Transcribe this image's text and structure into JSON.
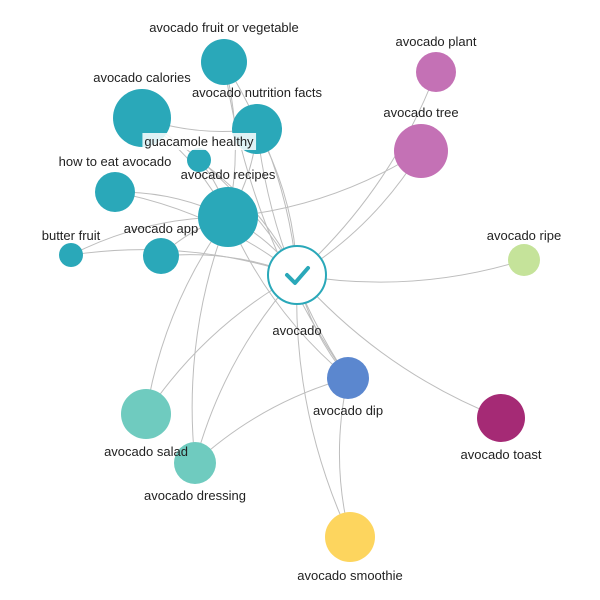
{
  "graph": {
    "center": {
      "id": "avocado",
      "label": "avocado",
      "color": "#2aa8b9",
      "icon": "checkmark-icon"
    },
    "nodes": [
      {
        "id": "avocado_fruit_or_vegetable",
        "label": "avocado fruit or vegetable",
        "color": "#2aa8b9",
        "size": 23
      },
      {
        "id": "avocado_calories",
        "label": "avocado calories",
        "color": "#2aa8b9",
        "size": 29
      },
      {
        "id": "avocado_nutrition_facts",
        "label": "avocado nutrition facts",
        "color": "#2aa8b9",
        "size": 25
      },
      {
        "id": "guacamole_healthy",
        "label": "guacamole healthy",
        "color": "#2aa8b9",
        "size": 12
      },
      {
        "id": "how_to_eat_avocado",
        "label": "how to eat avocado",
        "color": "#2aa8b9",
        "size": 20
      },
      {
        "id": "avocado_recipes",
        "label": "avocado recipes",
        "color": "#2aa8b9",
        "size": 30
      },
      {
        "id": "avocado_app",
        "label": "avocado app",
        "color": "#2aa8b9",
        "size": 18
      },
      {
        "id": "butter_fruit",
        "label": "butter fruit",
        "color": "#2aa8b9",
        "size": 12
      },
      {
        "id": "avocado_plant",
        "label": "avocado plant",
        "color": "#c471b5",
        "size": 20
      },
      {
        "id": "avocado_tree",
        "label": "avocado tree",
        "color": "#c471b5",
        "size": 27
      },
      {
        "id": "avocado_ripe",
        "label": "avocado ripe",
        "color": "#c5e39a",
        "size": 16
      },
      {
        "id": "avocado_dip",
        "label": "avocado dip",
        "color": "#5b87cf",
        "size": 21
      },
      {
        "id": "avocado_toast",
        "label": "avocado toast",
        "color": "#a52a75",
        "size": 24
      },
      {
        "id": "avocado_salad",
        "label": "avocado salad",
        "color": "#6fcbbf",
        "size": 25
      },
      {
        "id": "avocado_dressing",
        "label": "avocado dressing",
        "color": "#6fcbbf",
        "size": 21
      },
      {
        "id": "avocado_smoothie",
        "label": "avocado smoothie",
        "color": "#fdd55e",
        "size": 25
      }
    ],
    "edges": [
      [
        "avocado",
        "avocado_fruit_or_vegetable"
      ],
      [
        "avocado",
        "avocado_calories"
      ],
      [
        "avocado",
        "avocado_nutrition_facts"
      ],
      [
        "avocado",
        "guacamole_healthy"
      ],
      [
        "avocado",
        "how_to_eat_avocado"
      ],
      [
        "avocado",
        "avocado_recipes"
      ],
      [
        "avocado",
        "avocado_app"
      ],
      [
        "avocado",
        "butter_fruit"
      ],
      [
        "avocado",
        "avocado_plant"
      ],
      [
        "avocado",
        "avocado_tree"
      ],
      [
        "avocado",
        "avocado_ripe"
      ],
      [
        "avocado",
        "avocado_dip"
      ],
      [
        "avocado",
        "avocado_toast"
      ],
      [
        "avocado",
        "avocado_salad"
      ],
      [
        "avocado",
        "avocado_dressing"
      ],
      [
        "avocado",
        "avocado_smoothie"
      ],
      [
        "avocado_recipes",
        "avocado_calories"
      ],
      [
        "avocado_recipes",
        "avocado_nutrition_facts"
      ],
      [
        "avocado_recipes",
        "avocado_fruit_or_vegetable"
      ],
      [
        "avocado_recipes",
        "guacamole_healthy"
      ],
      [
        "avocado_recipes",
        "how_to_eat_avocado"
      ],
      [
        "avocado_recipes",
        "avocado_app"
      ],
      [
        "avocado_recipes",
        "butter_fruit"
      ],
      [
        "avocado_recipes",
        "avocado_tree"
      ],
      [
        "avocado_recipes",
        "avocado_salad"
      ],
      [
        "avocado_recipes",
        "avocado_dressing"
      ],
      [
        "avocado_recipes",
        "avocado_dip"
      ],
      [
        "avocado_calories",
        "avocado_nutrition_facts"
      ],
      [
        "avocado_fruit_or_vegetable",
        "avocado_dip"
      ],
      [
        "avocado_nutrition_facts",
        "avocado_dip"
      ],
      [
        "avocado_dip",
        "avocado_dressing"
      ],
      [
        "avocado_dip",
        "avocado_smoothie"
      ]
    ]
  }
}
